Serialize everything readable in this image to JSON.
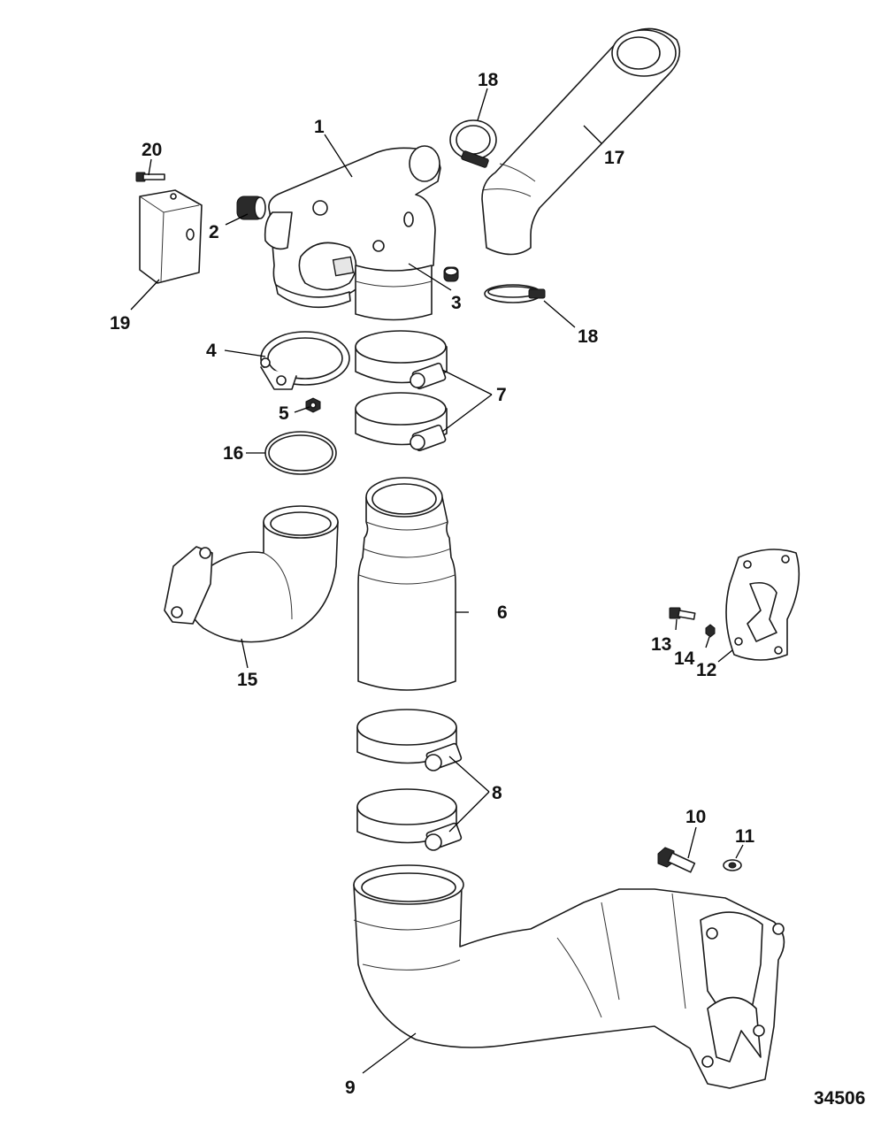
{
  "callouts": {
    "c1": "1",
    "c2": "2",
    "c3": "3",
    "c4": "4",
    "c5": "5",
    "c6": "6",
    "c7": "7",
    "c8": "8",
    "c9": "9",
    "c10": "10",
    "c11": "11",
    "c12": "12",
    "c13": "13",
    "c14": "14",
    "c15": "15",
    "c16": "16",
    "c17": "17",
    "c18a": "18",
    "c18b": "18",
    "c19": "19",
    "c20": "20"
  },
  "figure_number": "34506"
}
